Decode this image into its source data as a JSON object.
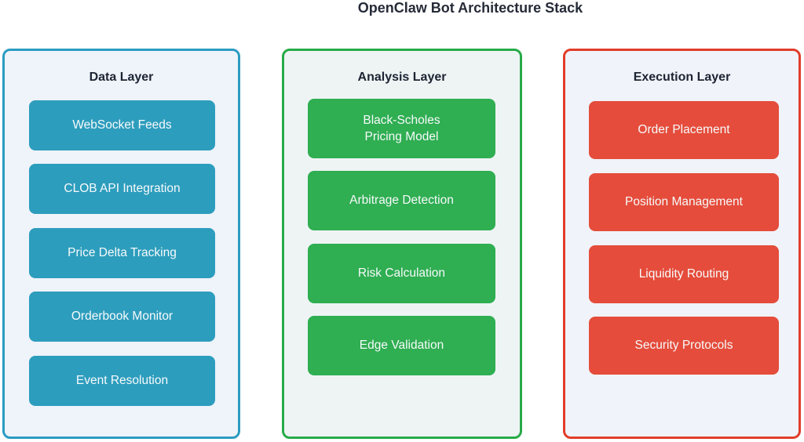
{
  "title": "OpenClaw Bot Architecture Stack",
  "colors": {
    "page_bg": "#ffffff",
    "title_text": "#262b38",
    "layer_title_text": "#1d2433",
    "node_text": "#f7fafb"
  },
  "layers": [
    {
      "label": "Data Layer",
      "border_color": "#2b9cc2",
      "bg_color": "#eff3fa",
      "box_color": "#2d9dbd",
      "nodes": [
        "WebSocket Feeds",
        "CLOB API Integration",
        "Price Delta Tracking",
        "Orderbook Monitor",
        "Event Resolution"
      ]
    },
    {
      "label": "Analysis Layer",
      "border_color": "#27ab48",
      "bg_color": "#eef4f4",
      "box_color": "#2fae52",
      "nodes": [
        "Black-Scholes\nPricing Model",
        "Arbitrage Detection",
        "Risk Calculation",
        "Edge Validation"
      ]
    },
    {
      "label": "Execution Layer",
      "border_color": "#e13d2a",
      "bg_color": "#f0f3fa",
      "box_color": "#e54c3b",
      "nodes": [
        "Order Placement",
        "Position Management",
        "Liquidity Routing",
        "Security Protocols"
      ]
    }
  ]
}
